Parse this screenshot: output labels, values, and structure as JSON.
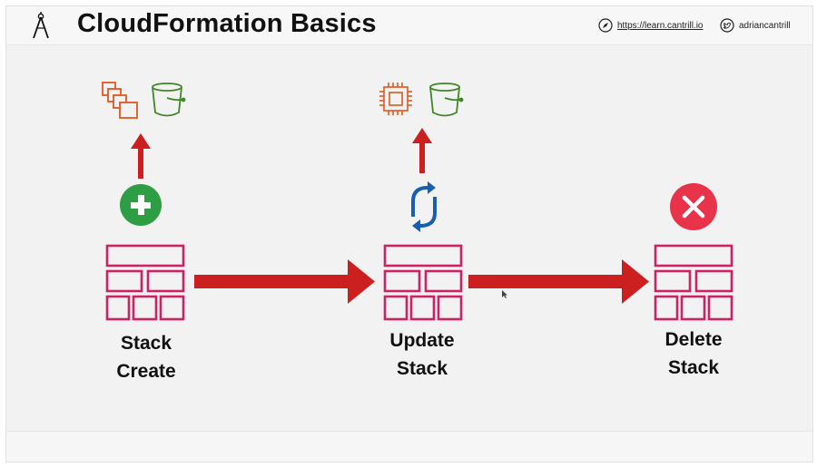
{
  "header": {
    "title": "CloudFormation Basics",
    "site_link": "https://learn.cantrill.io",
    "twitter_handle": "adriancantrill",
    "logo_icon": "compass-icon"
  },
  "colors": {
    "stack": "#cc2264",
    "arrow": "#cc1f1f",
    "create": "#2e9e44",
    "update": "#1a5fae",
    "delete": "#e8334a",
    "orange_resource": "#e2571f",
    "green_resource": "#3f8624"
  },
  "stages": [
    {
      "id": "create",
      "label_line1": "Stack",
      "label_line2": "Create",
      "status_icon": "plus-circle-icon",
      "resources": [
        "ec2-instances-icon",
        "s3-bucket-icon"
      ]
    },
    {
      "id": "update",
      "label_line1": "Update",
      "label_line2": "Stack",
      "status_icon": "refresh-icon",
      "resources": [
        "ec2-chip-icon",
        "s3-bucket-icon"
      ]
    },
    {
      "id": "delete",
      "label_line1": "Delete",
      "label_line2": "Stack",
      "status_icon": "x-circle-icon",
      "resources": []
    }
  ]
}
